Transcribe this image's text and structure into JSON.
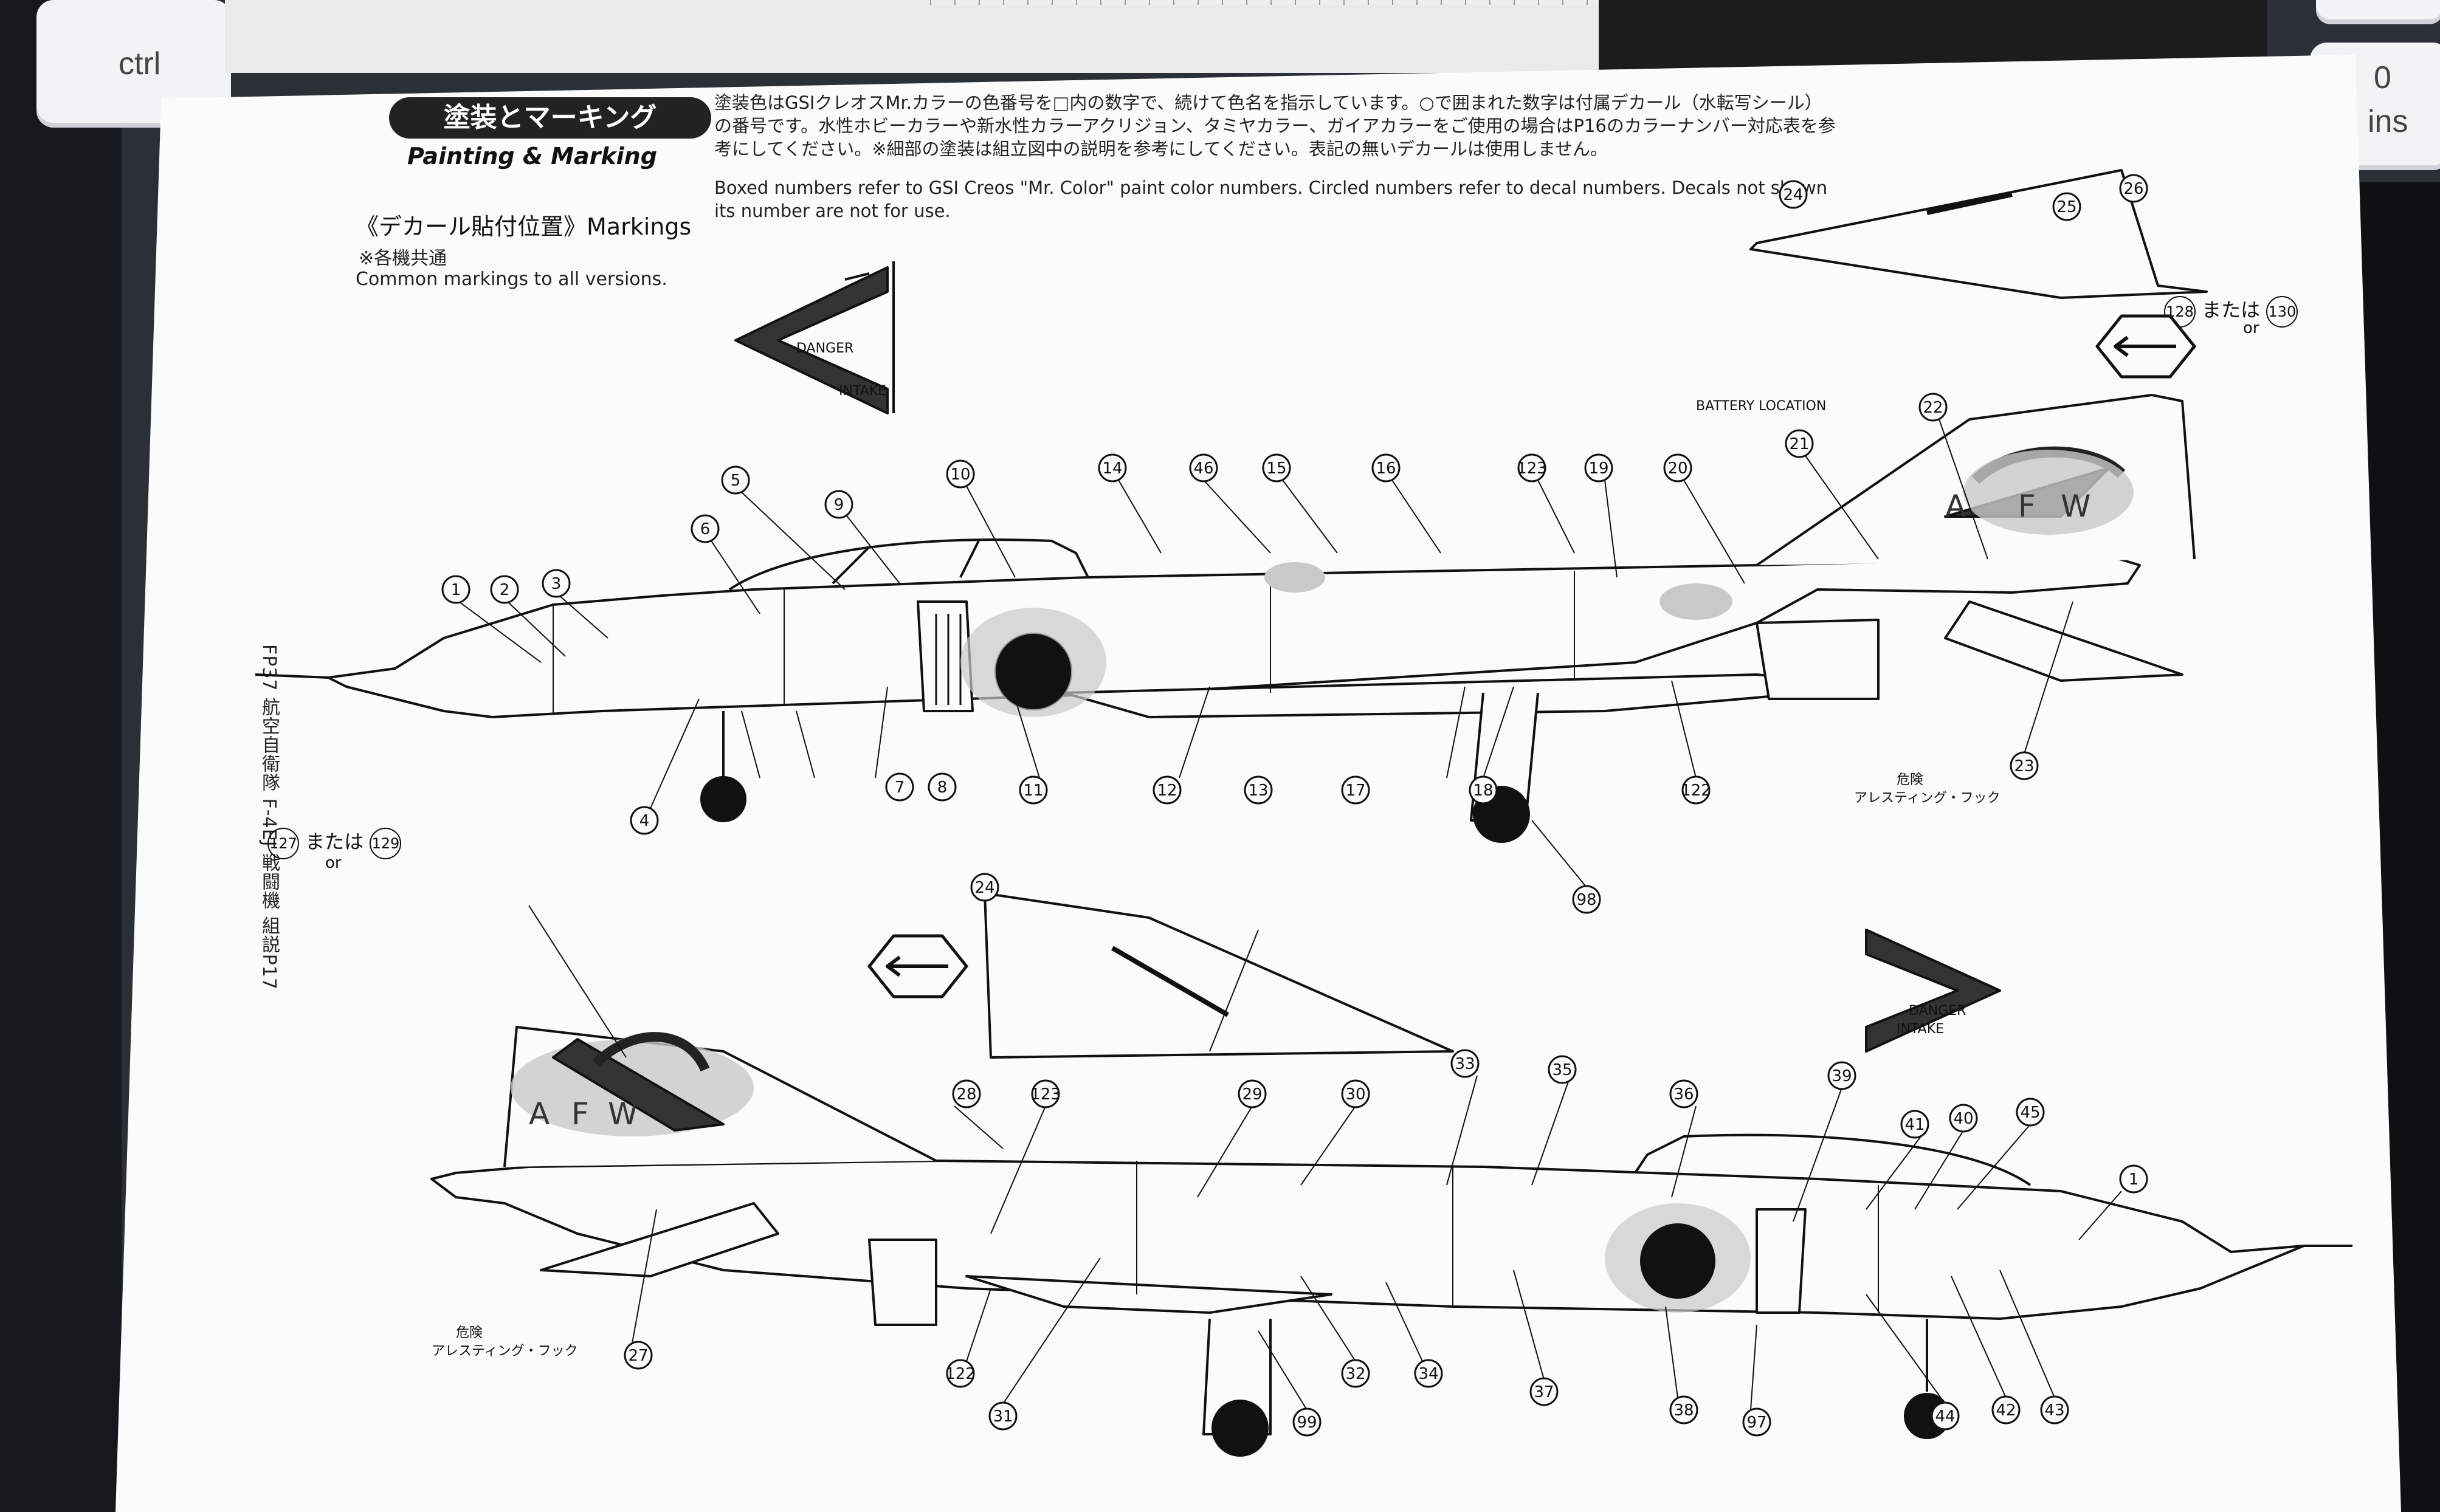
{
  "keyboard": {
    "key_ctrl": "ctrl",
    "key_ins_top": "0",
    "key_ins_bottom": "ins"
  },
  "header": {
    "title_jp": "塗装とマーキング",
    "title_en": "Painting & Marking",
    "note_jp": "塗装色はGSIクレオスMr.カラーの色番号を□内の数字で、続けて色名を指示しています。○で囲まれた数字は付属デカール（水転写シール）の番号です。水性ホビーカラーや新水性カラーアクリジョン、タミヤカラー、ガイアカラーをご使用の場合はP16のカラーナンバー対応表を参考にしてください。※細部の塗装は組立図中の説明を参考にしてください。表記の無いデカールは使用しません。",
    "note_en": "Boxed numbers refer to GSI Creos \"Mr. Color\" paint color numbers. Circled numbers refer to decal numbers. Decals not shown its number are not for use."
  },
  "markings": {
    "heading": "《デカール貼付位置》Markings",
    "common_jp": "※各機共通",
    "common_en": "Common markings to all versions."
  },
  "side_label": "FP37 航空自衛隊 F-4EJ 戦闘機 組説P17",
  "alternatives": {
    "top_right": {
      "a": "128",
      "text": "または",
      "b": "130",
      "or": "or"
    },
    "left": {
      "a": "127",
      "text": "または",
      "b": "129",
      "or": "or"
    }
  },
  "stencils": {
    "danger": "DANGER",
    "intake": "INTAKE",
    "battery": "BATTERY LOCATION",
    "arresting_hook": "アレスティング・フック",
    "danger_jp": "危険",
    "tail_code_1": "A",
    "tail_code_2": "F",
    "tail_code_3": "W"
  },
  "callouts_top": [
    "1",
    "2",
    "3",
    "4",
    "5",
    "6",
    "7",
    "8",
    "9",
    "10",
    "11",
    "12",
    "13",
    "14",
    "46",
    "15",
    "16",
    "123",
    "19",
    "20",
    "21",
    "22",
    "23",
    "24",
    "25",
    "26",
    "17",
    "18",
    "122",
    "98"
  ],
  "callouts_bottom": [
    "24",
    "28",
    "123",
    "29",
    "30",
    "33",
    "35",
    "36",
    "39",
    "41",
    "40",
    "45",
    "1",
    "27",
    "122",
    "31",
    "99",
    "32",
    "34",
    "37",
    "38",
    "97",
    "44",
    "42",
    "43"
  ],
  "colors": {
    "page": "#fbfbfb",
    "line": "#111111",
    "shade": "#c9c9c9",
    "pill": "#222222"
  },
  "icons": [
    "question-arrow-icon"
  ]
}
